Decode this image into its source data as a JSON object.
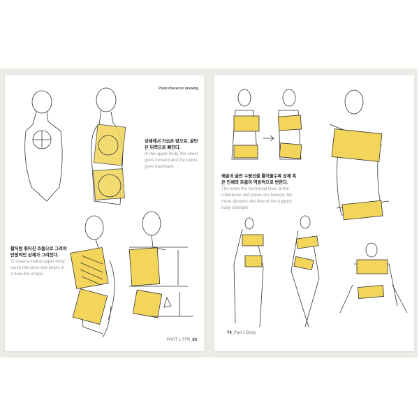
{
  "left_page": {
    "running_header": "Point character drawing",
    "block1": {
      "korean": "상체에서 가슴은 앞으로, 골반은 뒤쪽으로 빠진다.",
      "english": "In the upper body, the chest goes forward and the pelvis goes backward."
    },
    "block2": {
      "korean": "활처럼 휘어진 흐름으로 그려야 안정적인 상체가 그려진다.",
      "english": "To draw a stable upper body, curve the torso and pelvis in a bow-like shape."
    },
    "folio_prefix": "PART 1 인체_",
    "folio_number": "63"
  },
  "right_page": {
    "block1": {
      "korean": "쇄골과 골반 수평선을 틀어줄수록 상체 혹은 인체의 흐름이 역동적으로 변한다.",
      "english": "The more the horizontal lines of the collarbone and pelvis are twisted, the more dynamic the flow of the (upper) body changes."
    },
    "folio_number": "74",
    "folio_suffix": "_Part 1 Body"
  },
  "colors": {
    "highlight": "#f2d55a",
    "band": "#ecebe6",
    "line": "#333333"
  }
}
